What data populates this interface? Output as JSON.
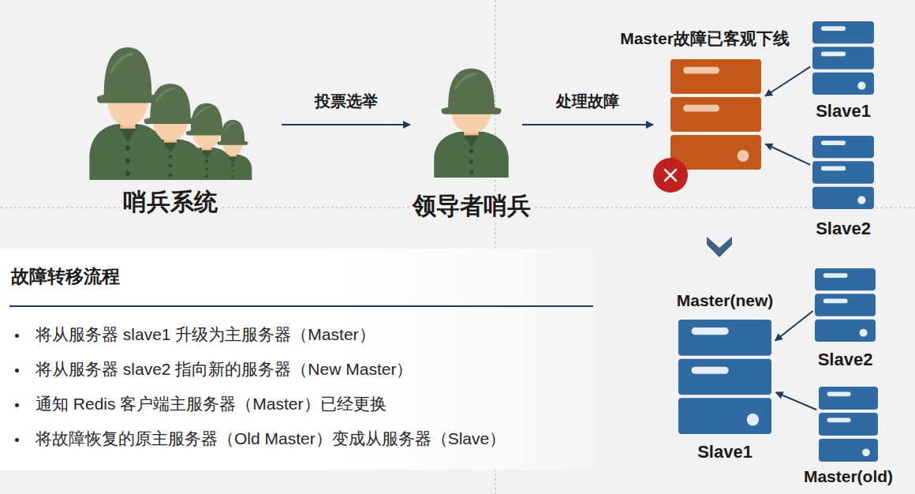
{
  "diagram": {
    "nodes": [
      {
        "text": [
          "哨兵系统"
        ]
      },
      {
        "text": [
          "领导者哨兵"
        ]
      },
      {
        "text": [
          "Master故障已客观下线"
        ]
      },
      {
        "text": [
          "Slave1"
        ]
      },
      {
        "text": [
          "Slave2"
        ]
      },
      {
        "text": [
          "Master(new)",
          "Slave1"
        ]
      },
      {
        "text": [
          "Slave2"
        ]
      },
      {
        "text": [
          "Master(old)"
        ]
      },
      {
        "text": [
          "故障转移流程",
          "将从服务器 slave1 升级为主服务器（Master）",
          "将从服务器 slave2 指向新的服务器（New Master）",
          "通知 Redis 客户端主服务器（Master）已经更换",
          "将故障恢复的原主服务器（Old Master）变成从服务器（Slave）"
        ]
      }
    ],
    "edges": [
      {
        "from": 0,
        "to": 1,
        "arrow": "to",
        "label": "投票选举"
      },
      {
        "from": 1,
        "to": 2,
        "arrow": "to",
        "label": "处理故障"
      },
      {
        "from": 3,
        "to": 2,
        "arrow": "to"
      },
      {
        "from": 4,
        "to": 2,
        "arrow": "to"
      },
      {
        "from": 6,
        "to": 5,
        "arrow": "to"
      },
      {
        "from": 7,
        "to": 5,
        "arrow": "to"
      }
    ]
  }
}
